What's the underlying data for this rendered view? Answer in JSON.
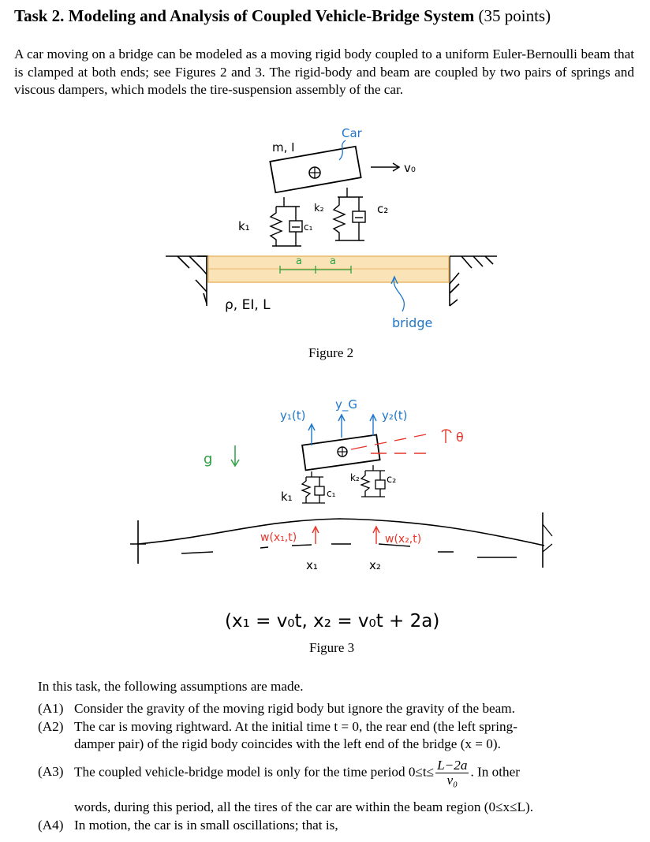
{
  "header": {
    "title_bold": "Task 2. Modeling and Analysis of Coupled Vehicle-Bridge System",
    "title_points": " (35 points)"
  },
  "intro": "A car moving on a bridge can be modeled as a moving rigid body coupled to a uniform Euler-Bernoulli beam that is clamped at both ends; see Figures 2 and 3. The rigid-body and beam are coupled by two pairs of springs and viscous dampers, which models the tire-suspension assembly of the car.",
  "figure2": {
    "caption": "Figure 2",
    "labels": {
      "car": "Car",
      "mass": "m, I",
      "velocity": "v₀",
      "k1": "k₁",
      "c1": "c₁",
      "k2": "k₂",
      "c2": "c₂",
      "a1": "a",
      "a2": "a",
      "beam_props": "ρ, EI, L",
      "bridge": "bridge"
    }
  },
  "figure3": {
    "caption": "Figure 3",
    "labels": {
      "y1": "y₁(t)",
      "yG": "y_G",
      "y2": "y₂(t)",
      "theta": "θ",
      "g": "g",
      "k1": "k₁",
      "c1": "c₁",
      "k2": "k₂",
      "c2": "c₂",
      "w1": "w(x₁,t)",
      "w2": "w(x₂,t)",
      "x1": "x₁",
      "x2": "x₂",
      "equation": "(x₁ = v₀t,  x₂ = v₀t + 2a)"
    }
  },
  "assumptions": {
    "lead": "In this task, the following assumptions are made.",
    "a1_label": "(A1)",
    "a1_text": "Consider the gravity of the moving rigid body but ignore the gravity of the beam.",
    "a2_label": "(A2)",
    "a2_text_1": "The car is moving rightward. At the initial time t = 0, the rear end (the left spring-",
    "a2_text_2": "damper pair) of the rigid body coincides with the left end of the bridge (x = 0).",
    "a3_label": "(A3)",
    "a3_text_1": "The coupled vehicle-bridge model is only for the time period 0≤t≤",
    "a3_frac_num": "L−2a",
    "a3_frac_den": "v₀",
    "a3_text_2": ". In other",
    "a3_text_3": "words, during this period, all the tires of the car are within the beam region (0≤x≤L).",
    "a4_label": "(A4)",
    "a4_text": "In motion, the car is in small oscillations; that is,"
  },
  "colors": {
    "beam_fill": "#fbe3b8",
    "beam_stroke": "#e8b86a",
    "green": "#2ea043",
    "blue": "#1f77c9",
    "red": "#e8352a"
  }
}
